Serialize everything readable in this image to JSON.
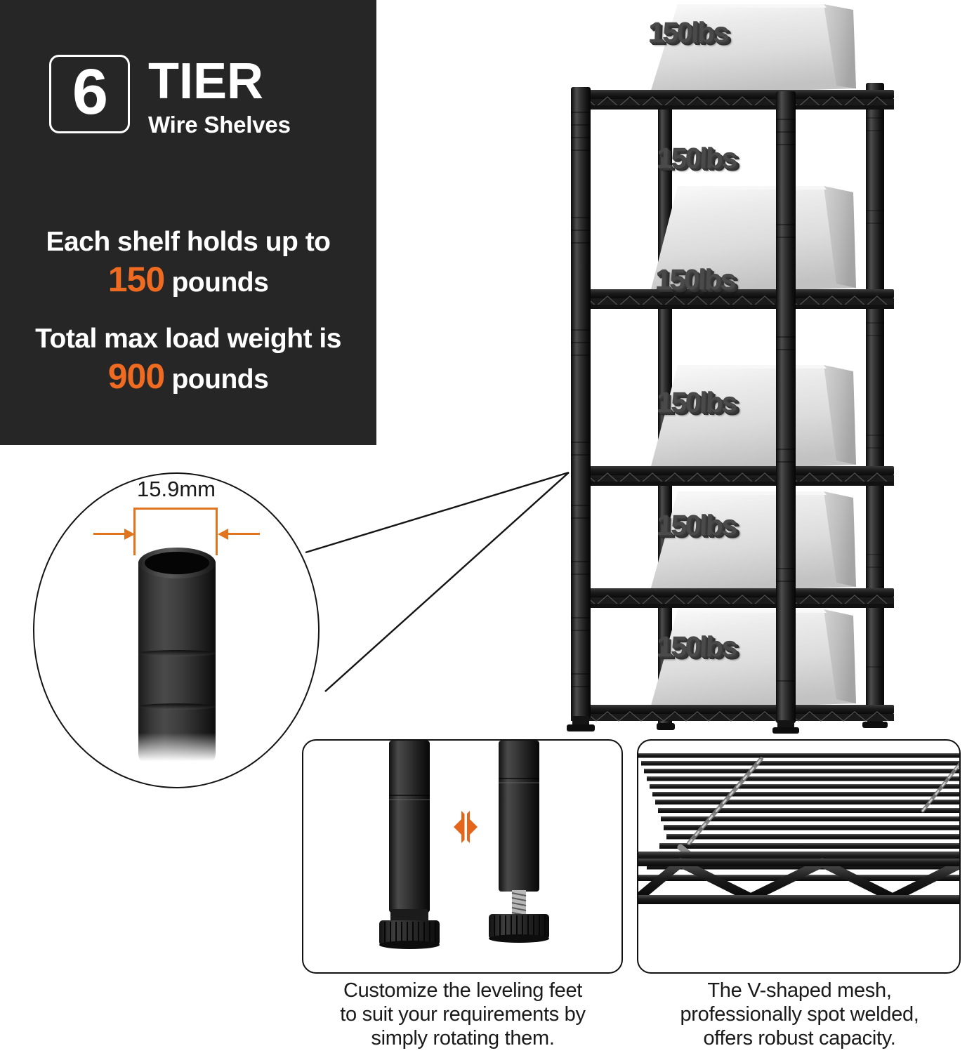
{
  "spec_panel": {
    "tier_count": "6",
    "tier_word": "TIER",
    "tier_subtitle": "Wire Shelves",
    "shelf_capacity_line": "Each shelf holds up to",
    "shelf_capacity_value": "150",
    "shelf_capacity_unit": "pounds",
    "total_capacity_line": "Total max load weight is",
    "total_capacity_value": "900",
    "total_capacity_unit": "pounds"
  },
  "tube_callout": {
    "dimension_label": "15.9mm"
  },
  "shelving": {
    "shelf_labels": [
      "150lbs",
      "150lbs",
      "150lbs",
      "150lbs",
      "150lbs",
      "150lbs"
    ]
  },
  "feet_panel": {
    "caption_line1": "Customize the leveling feet",
    "caption_line2": "to suit your requirements by",
    "caption_line3": "simply rotating them."
  },
  "mesh_panel": {
    "caption_line1": "The V-shaped mesh,",
    "caption_line2": "professionally spot welded,",
    "caption_line3": "offers robust capacity."
  },
  "colors": {
    "accent_orange": "#EE6B21",
    "dimension_orange": "#E0741F",
    "panel_dark": "#262626",
    "text_white": "#FFFFFF",
    "metal_dark": "#1A1A1A",
    "plate_silver": "#D9D9D9"
  }
}
